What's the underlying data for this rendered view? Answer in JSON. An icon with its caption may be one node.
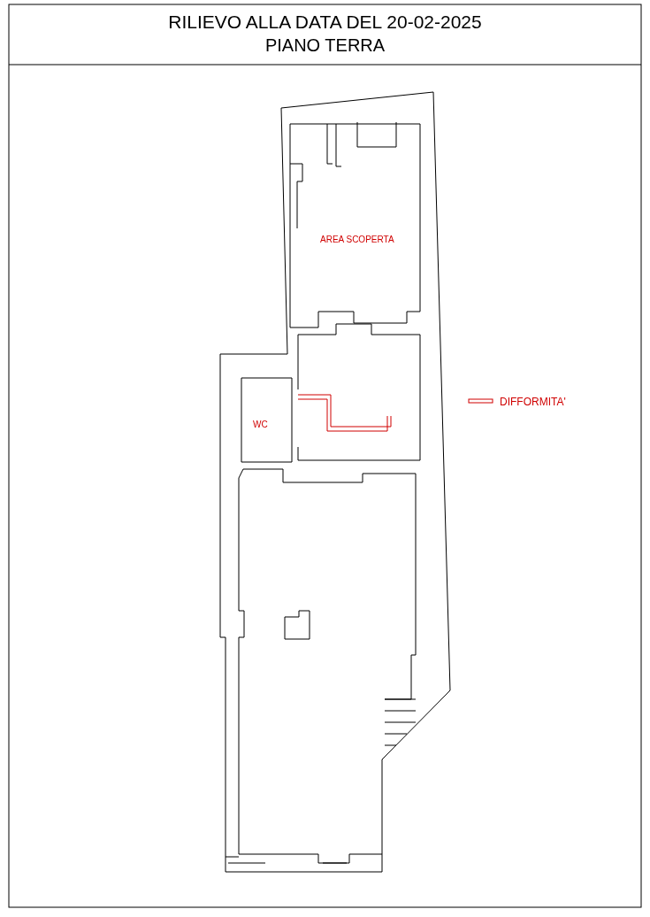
{
  "diagram": {
    "title": "RILIEVO ALLA DATA DEL 20-02-2025",
    "labels": [
      "PIANO TERRA",
      "AREA SCOPERTA",
      "WC"
    ],
    "legend": [
      {
        "text": "DIFFORMITA'"
      }
    ]
  }
}
